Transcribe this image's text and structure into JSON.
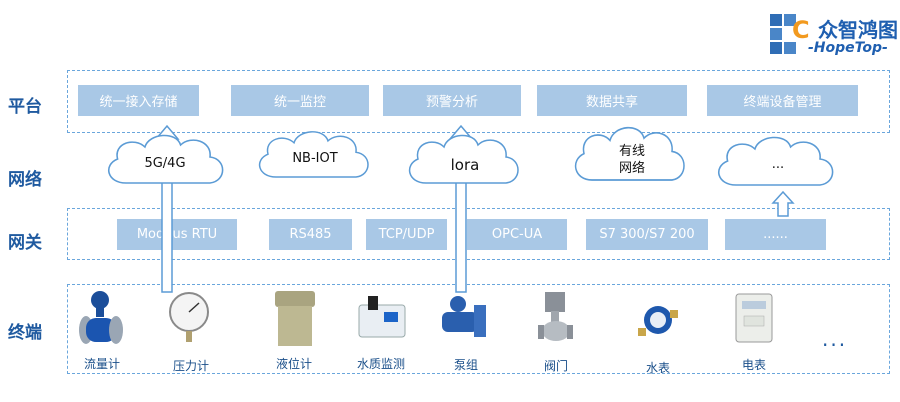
{
  "logo": {
    "cn": "众智鸿图",
    "en": "-HopeTop-"
  },
  "layers": {
    "platform": "平台",
    "network": "网络",
    "gateway": "网关",
    "terminal": "终端"
  },
  "platform_items": [
    "统一接入存储",
    "统一监控",
    "预警分析",
    "数据共享",
    "终端设备管理"
  ],
  "networks": [
    "5G/4G",
    "NB-IOT",
    "lora",
    "有线\n网络",
    "..."
  ],
  "gateway_items": [
    "Modbus RTU",
    "RS485",
    "TCP/UDP",
    "OPC-UA",
    "S7 300/S7 200",
    "......"
  ],
  "devices": [
    "流量计",
    "压力计",
    "液位计",
    "水质监测",
    "泵组",
    "阀门",
    "水表",
    "电表"
  ],
  "more": "...",
  "colors": {
    "accent": "#1f5aa0",
    "box": "#a9c8e6",
    "dash": "#6aa6dc"
  }
}
